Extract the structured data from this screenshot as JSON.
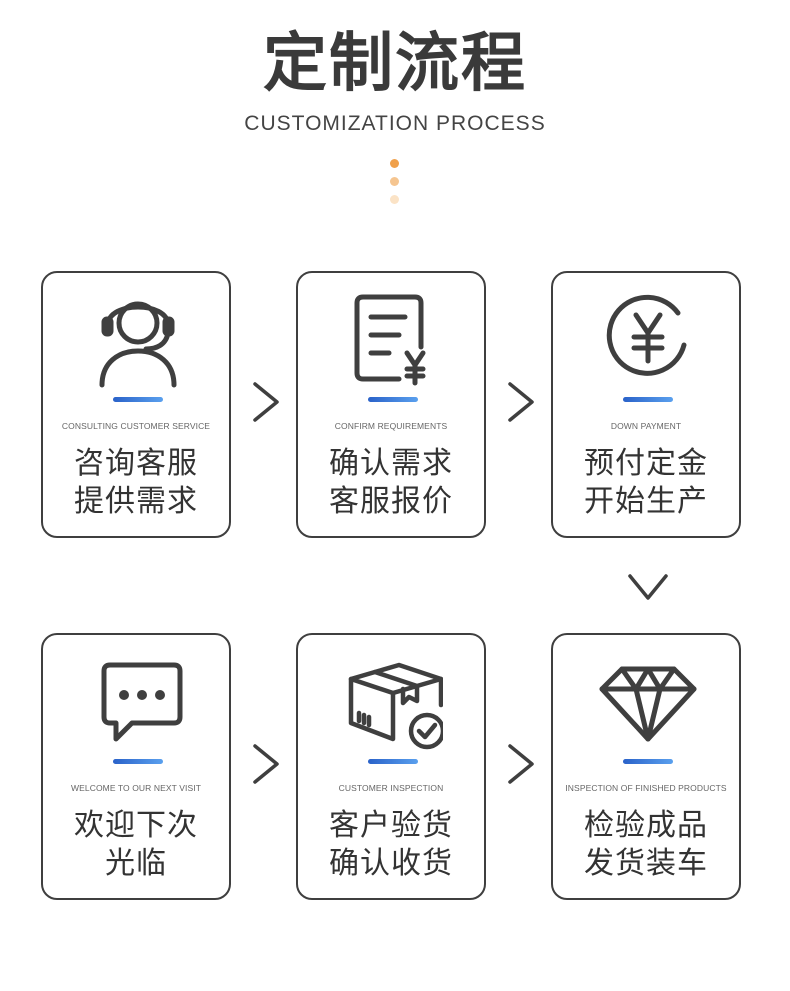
{
  "header": {
    "title": "定制流程",
    "subtitle": "CUSTOMIZATION PROCESS"
  },
  "colors": {
    "dot_1": "#f0a04a",
    "dot_2": "#f5c590",
    "dot_3": "#fbe3c6",
    "accent_bar": "#3a7be0",
    "line": "#3f3f3f"
  },
  "steps": [
    {
      "icon": "customer-service-headset-icon",
      "en": "CONSULTING CUSTOMER SERVICE",
      "line1": "咨询客服",
      "line2": "提供需求"
    },
    {
      "icon": "quotation-document-icon",
      "en": "CONFIRM REQUIREMENTS",
      "line1": "确认需求",
      "line2": "客服报价"
    },
    {
      "icon": "yuan-coin-icon",
      "en": "DOWN PAYMENT",
      "line1": "预付定金",
      "line2": "开始生产"
    },
    {
      "icon": "chat-bubble-icon",
      "en": "WELCOME TO OUR NEXT VISIT",
      "line1": "欢迎下次",
      "line2": "光临"
    },
    {
      "icon": "package-check-icon",
      "en": "CUSTOMER INSPECTION",
      "line1": "客户验货",
      "line2": "确认收货"
    },
    {
      "icon": "diamond-icon",
      "en": "INSPECTION OF FINISHED PRODUCTS",
      "line1": "检验成品",
      "line2": "发货装车"
    }
  ]
}
